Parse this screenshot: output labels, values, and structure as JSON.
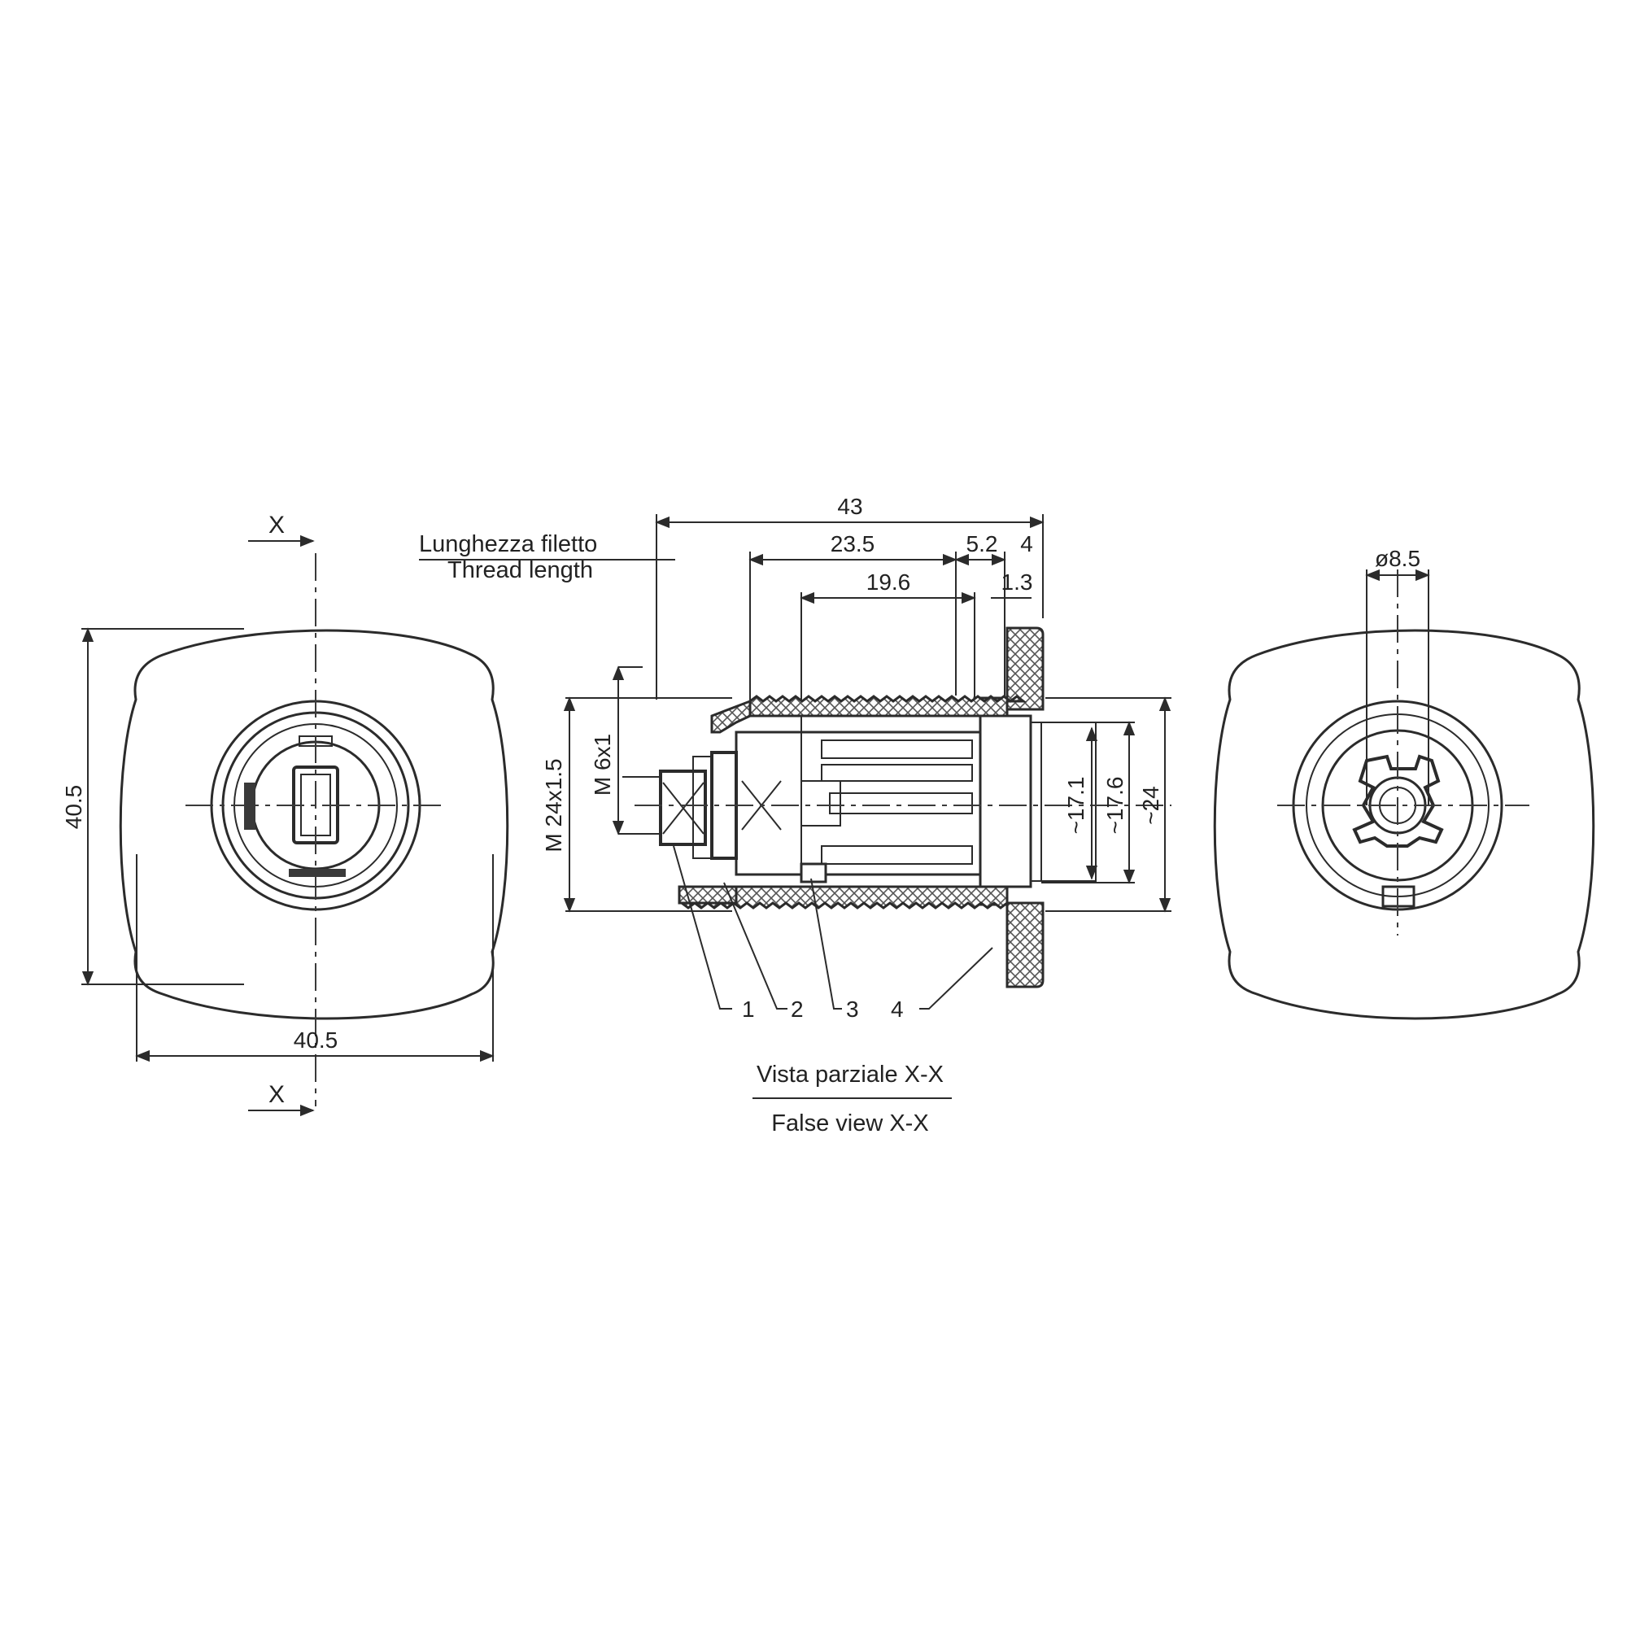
{
  "front_view": {
    "section_marker_top": "X",
    "section_marker_bottom": "X",
    "height_dim": "40.5",
    "width_dim": "40.5"
  },
  "side_view": {
    "thread_label_it": "Lunghezza filetto",
    "thread_label_en": "Thread length",
    "dim_overall": "43",
    "dim_23_5": "23.5",
    "dim_5_2": "5.2",
    "dim_4": "4",
    "dim_19_6": "19.6",
    "dim_1_3": "1.3",
    "dim_m6": "M 6x1",
    "dim_m24": "M 24x1.5",
    "dim_17_1": "~17.1",
    "dim_17_6": "~17.6",
    "dim_24": "~24",
    "callouts": [
      "1",
      "2",
      "3",
      "4"
    ],
    "caption_it": "Vista parziale X-X",
    "caption_en": "False view X-X"
  },
  "rear_view": {
    "dim_diameter": "ø8.5"
  }
}
